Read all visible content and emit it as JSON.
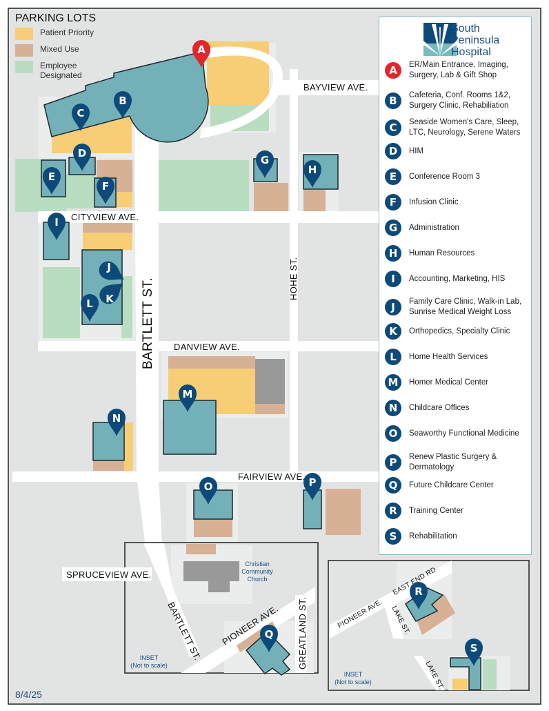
{
  "colors": {
    "building": "#74b0b7",
    "patient_priority": "#f7cd76",
    "mixed_use": "#d6b196",
    "employee": "#b8ddc0",
    "pin": "#0d4a7a",
    "pin_main": "#e2262b"
  },
  "parking_legend": {
    "title": "PARKING LOTS",
    "items": [
      {
        "label": "Patient Priority"
      },
      {
        "label": "Mixed Use"
      },
      {
        "label": "Employee Designated"
      }
    ]
  },
  "streets": {
    "bayview": "BAYVIEW AVE.",
    "cityview": "CITYVIEW AVE.",
    "hohe": "HOHE ST.",
    "bartlett": "BARTLETT ST.",
    "danview": "DANVIEW AVE.",
    "fairview": "FAIRVIEW AVE.",
    "spruceview": "SPRUCEVIEW AVE.",
    "bartlett_inset": "BARTLETT ST.",
    "pioneer": "PIONEER AVE.",
    "greatland": "GREATLAND ST.",
    "pioneer2": "PIONEER AVE.",
    "east_end": "EAST END RD.",
    "lake1": "LAKE ST.",
    "lake2": "LAKE ST."
  },
  "church": [
    "Christian",
    "Community",
    "Church"
  ],
  "inset_note": {
    "line1": "INSET",
    "line2": "(Not to scale)"
  },
  "logo": {
    "line1": "South",
    "line2": "Peninsula",
    "line3": "Hospital"
  },
  "locations": [
    {
      "letter": "A",
      "label": "ER/Main Entrance, Imaging, Surgery, Lab & Gift Shop"
    },
    {
      "letter": "B",
      "label": "Cafeteria, Conf. Rooms 1&2, Surgery Clinic, Rehabiliation"
    },
    {
      "letter": "C",
      "label": "Seaside Women's Care, Sleep, LTC, Neurology, Serene Waters"
    },
    {
      "letter": "D",
      "label": "HIM"
    },
    {
      "letter": "E",
      "label": "Conference Room 3"
    },
    {
      "letter": "F",
      "label": "Infusion Clinic"
    },
    {
      "letter": "G",
      "label": "Administration"
    },
    {
      "letter": "H",
      "label": "Human Resources"
    },
    {
      "letter": "I",
      "label": "Accounting, Marketing, HIS"
    },
    {
      "letter": "J",
      "label": "Family Care Clinic, Walk-in Lab, Sunrise Medical Weight Loss"
    },
    {
      "letter": "K",
      "label": "Orthopedics, Specialty Clinic"
    },
    {
      "letter": "L",
      "label": "Home Health Services"
    },
    {
      "letter": "M",
      "label": "Homer Medical Center"
    },
    {
      "letter": "N",
      "label": "Childcare Offices"
    },
    {
      "letter": "O",
      "label": "Seaworthy Functional Medicine"
    },
    {
      "letter": "P",
      "label": "Renew Plastic Surgery & Dermatology"
    },
    {
      "letter": "Q",
      "label": "Future Childcare Center"
    },
    {
      "letter": "R",
      "label": "Training Center"
    },
    {
      "letter": "S",
      "label": "Rehabilitation"
    }
  ],
  "date": "8/4/25"
}
